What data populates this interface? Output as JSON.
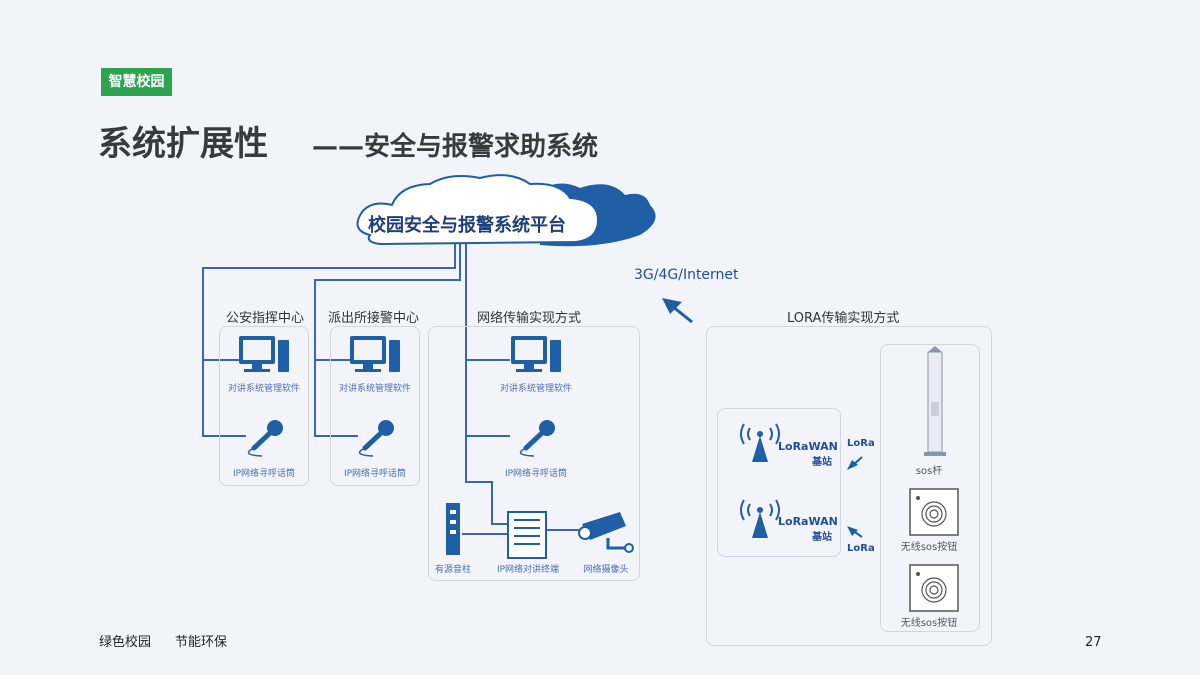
{
  "header": {
    "tag": "智慧校园",
    "title": "系统扩展性",
    "subtitle": "——安全与报警求助系统"
  },
  "cloud": {
    "label": "校园安全与报警系统平台"
  },
  "internet_label": "3G/4G/Internet",
  "sections": {
    "police": {
      "title": "公安指挥中心",
      "pc_caption": "对讲系统管理软件",
      "mic_caption": "IP网络寻呼话筒"
    },
    "station": {
      "title": "派出所接警中心",
      "pc_caption": "对讲系统管理软件",
      "mic_caption": "IP网络寻呼话筒"
    },
    "network": {
      "title": "网络传输实现方式",
      "pc_caption": "对讲系统管理软件",
      "mic_caption": "IP网络寻呼话筒",
      "speaker_caption": "有源音柱",
      "terminal_caption": "IP网络对讲终端",
      "camera_caption": "网络摄像头"
    },
    "lora": {
      "title": "LORA传输实现方式",
      "base1_line1": "LoRaWAN",
      "base1_line2": "基站",
      "base2_line1": "LoRaWAN",
      "base2_line2": "基站",
      "link1": "LoRa",
      "link2": "LoRa",
      "pole_caption": "sos杆",
      "button1_caption": "无线sos按钮",
      "button2_caption": "无线sos按钮"
    }
  },
  "footer": {
    "left1": "绿色校园",
    "left2": "节能环保",
    "page_number": "27"
  },
  "colors": {
    "accent": "#1f5fa6",
    "tag_green": "#2ea44f",
    "line": "#3a66b0"
  }
}
